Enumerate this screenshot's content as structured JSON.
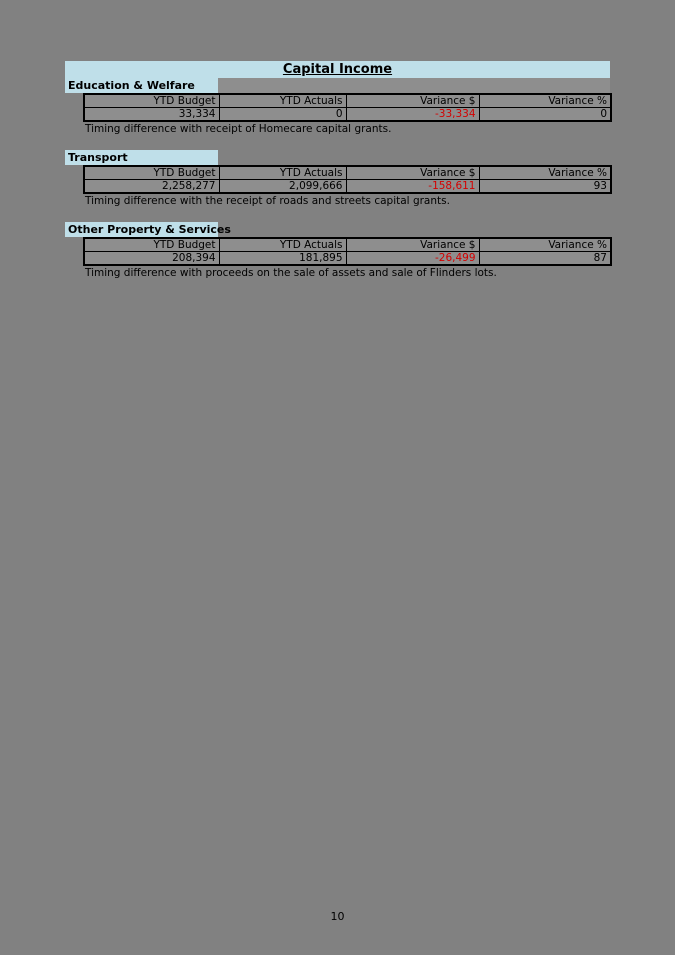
{
  "report": {
    "title": "Capital Income"
  },
  "table_headers": [
    "YTD Budget",
    "YTD Actuals",
    "Variance $",
    "Variance %"
  ],
  "sections": [
    {
      "title": "Education & Welfare",
      "ytd_budget": "33,334",
      "ytd_actuals": "0",
      "variance_dollars": "-33,334",
      "variance_percent": "0",
      "note": "Timing difference with receipt of Homecare capital grants."
    },
    {
      "title": "Transport",
      "ytd_budget": "2,258,277",
      "ytd_actuals": "2,099,666",
      "variance_dollars": "-158,611",
      "variance_percent": "93",
      "note": "Timing difference with the receipt of roads and streets capital grants."
    },
    {
      "title": "Other Property & Services",
      "ytd_budget": "208,394",
      "ytd_actuals": "181,895",
      "variance_dollars": "-26,499",
      "variance_percent": "87",
      "note": "Timing difference with proceeds on the sale of assets and sale of Flinders lots."
    }
  ],
  "page": {
    "number": "10"
  },
  "colors": {
    "page_background": "#818181",
    "highlight_blue": "#bfdfe9",
    "negative_value_red": "#d40000",
    "cell_gray": "#8e8e8e"
  }
}
